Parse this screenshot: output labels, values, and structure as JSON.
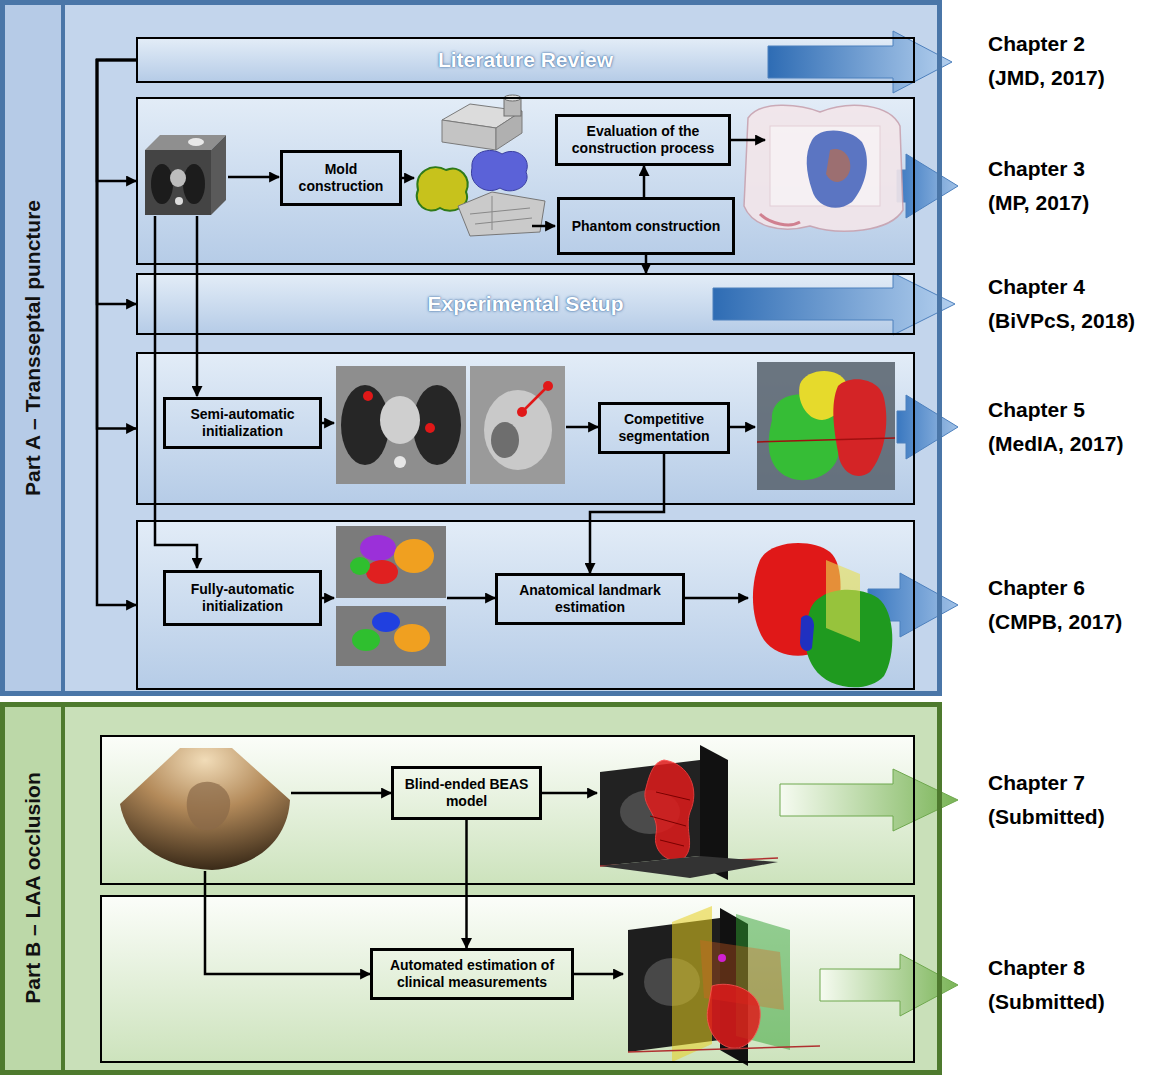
{
  "diagram": {
    "nodes": [
      {
        "text": [
          "Part A – Transseptal puncture"
        ]
      },
      {
        "text": [
          "Literature Review"
        ],
        "in": 0
      },
      {
        "text": [],
        "in": 0
      },
      {
        "text": [
          "Mold construction"
        ],
        "in": 2
      },
      {
        "text": [
          "Evaluation of the construction process"
        ],
        "in": 2
      },
      {
        "text": [
          "Phantom construction"
        ],
        "in": 2
      },
      {
        "text": [
          "Experimental Setup"
        ],
        "in": 0
      },
      {
        "text": [],
        "in": 0
      },
      {
        "text": [
          "Semi-automatic initialization"
        ],
        "in": 7
      },
      {
        "text": [
          "Competitive segmentation"
        ],
        "in": 7
      },
      {
        "text": [],
        "in": 0
      },
      {
        "text": [
          "Fully-automatic initialization"
        ],
        "in": 10
      },
      {
        "text": [
          "Anatomical landmark estimation"
        ],
        "in": 10
      },
      {
        "text": [
          "Part B – LAA occlusion"
        ]
      },
      {
        "text": [],
        "in": 13
      },
      {
        "text": [
          "Blind-ended BEAS model"
        ],
        "in": 14
      },
      {
        "text": [],
        "in": 13
      },
      {
        "text": [
          "Automated estimation of clinical measurements"
        ],
        "in": 16
      }
    ],
    "edges": [
      {
        "from": 1,
        "to": 2,
        "arrow": "to"
      },
      {
        "from": 1,
        "to": 6,
        "arrow": "to"
      },
      {
        "from": 1,
        "to": 7,
        "arrow": "to"
      },
      {
        "from": 1,
        "to": 10,
        "arrow": "to"
      },
      {
        "from": 5,
        "to": 4,
        "arrow": "to"
      },
      {
        "from": 5,
        "to": 6,
        "arrow": "to"
      },
      {
        "from": 9,
        "to": 12,
        "arrow": "to"
      },
      {
        "from": 15,
        "to": 17,
        "arrow": "to"
      }
    ],
    "labels": [
      "Chapter 2",
      "(JMD, 2017)",
      "Chapter 3",
      "(MP, 2017)",
      "Chapter 4",
      "(BiVPcS, 2018)",
      "Chapter 5",
      "(MedIA, 2017)",
      "Chapter 6",
      "(CMPB, 2017)",
      "Chapter 7",
      "(Submitted)",
      "Chapter 8",
      "(Submitted)"
    ]
  }
}
